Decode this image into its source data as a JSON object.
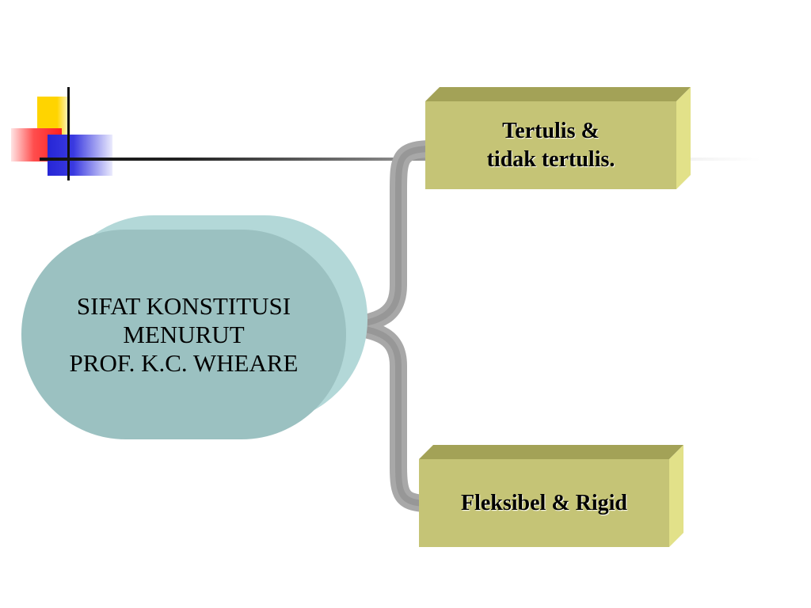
{
  "main_node": {
    "line1": "SIFAT KONSTITUSI",
    "line2": "MENURUT",
    "line3": "PROF. K.C. WHEARE"
  },
  "top_box": {
    "line1": "Tertulis &",
    "line2": "tidak tertulis."
  },
  "bottom_box": {
    "label": "Fleksibel & Rigid"
  },
  "colors": {
    "box_face": "#c5c476",
    "box_top": "#a3a257",
    "box_side": "#e2e189",
    "main_fill": "#9bc1c1",
    "connector": "#9a9a9a"
  }
}
